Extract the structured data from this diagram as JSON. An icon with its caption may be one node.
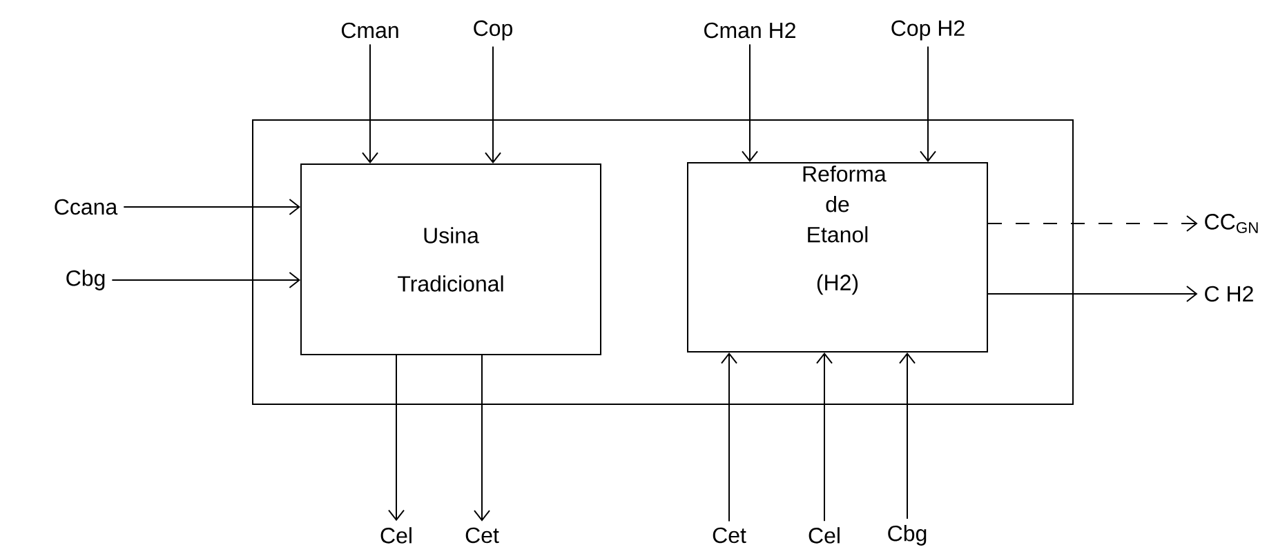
{
  "diagram": {
    "nodes": [
      {
        "text": [],
        "shape": "box"
      },
      {
        "text": [
          "Usina Tradicional"
        ],
        "in": 0
      },
      {
        "text": [
          "Reforma de Etanol",
          "(H2)"
        ],
        "in": 0
      },
      {
        "text": [
          "Cman"
        ]
      },
      {
        "text": [
          "Cop"
        ]
      },
      {
        "text": [
          "Cman H2"
        ]
      },
      {
        "text": [
          "Cop H2"
        ]
      },
      {
        "text": [
          "Ccana"
        ]
      },
      {
        "text": [
          "Cbg"
        ]
      },
      {
        "text": [
          "CC$_{GN}$"
        ]
      },
      {
        "text": [
          "C H2"
        ]
      },
      {
        "text": [
          "Cel"
        ]
      },
      {
        "text": [
          "Cet"
        ]
      },
      {
        "text": [
          "Cet"
        ]
      },
      {
        "text": [
          "Cel"
        ]
      },
      {
        "text": [
          "Cbg"
        ]
      }
    ],
    "edges": [
      {
        "from": 3,
        "to": 1,
        "arrow": "to"
      },
      {
        "from": 4,
        "to": 1,
        "arrow": "to"
      },
      {
        "from": 5,
        "to": 2,
        "arrow": "to"
      },
      {
        "from": 6,
        "to": 2,
        "arrow": "to"
      },
      {
        "from": 7,
        "to": 1,
        "arrow": "to"
      },
      {
        "from": 8,
        "to": 1,
        "arrow": "to"
      },
      {
        "from": 2,
        "to": 9,
        "arrow": "to",
        "style": "dashed"
      },
      {
        "from": 2,
        "to": 10,
        "arrow": "to"
      },
      {
        "from": 1,
        "to": 11,
        "arrow": "to"
      },
      {
        "from": 1,
        "to": 12,
        "arrow": "to"
      },
      {
        "from": 13,
        "to": 2,
        "arrow": "to"
      },
      {
        "from": 14,
        "to": 2,
        "arrow": "to"
      },
      {
        "from": 15,
        "to": 2,
        "arrow": "to"
      }
    ]
  }
}
